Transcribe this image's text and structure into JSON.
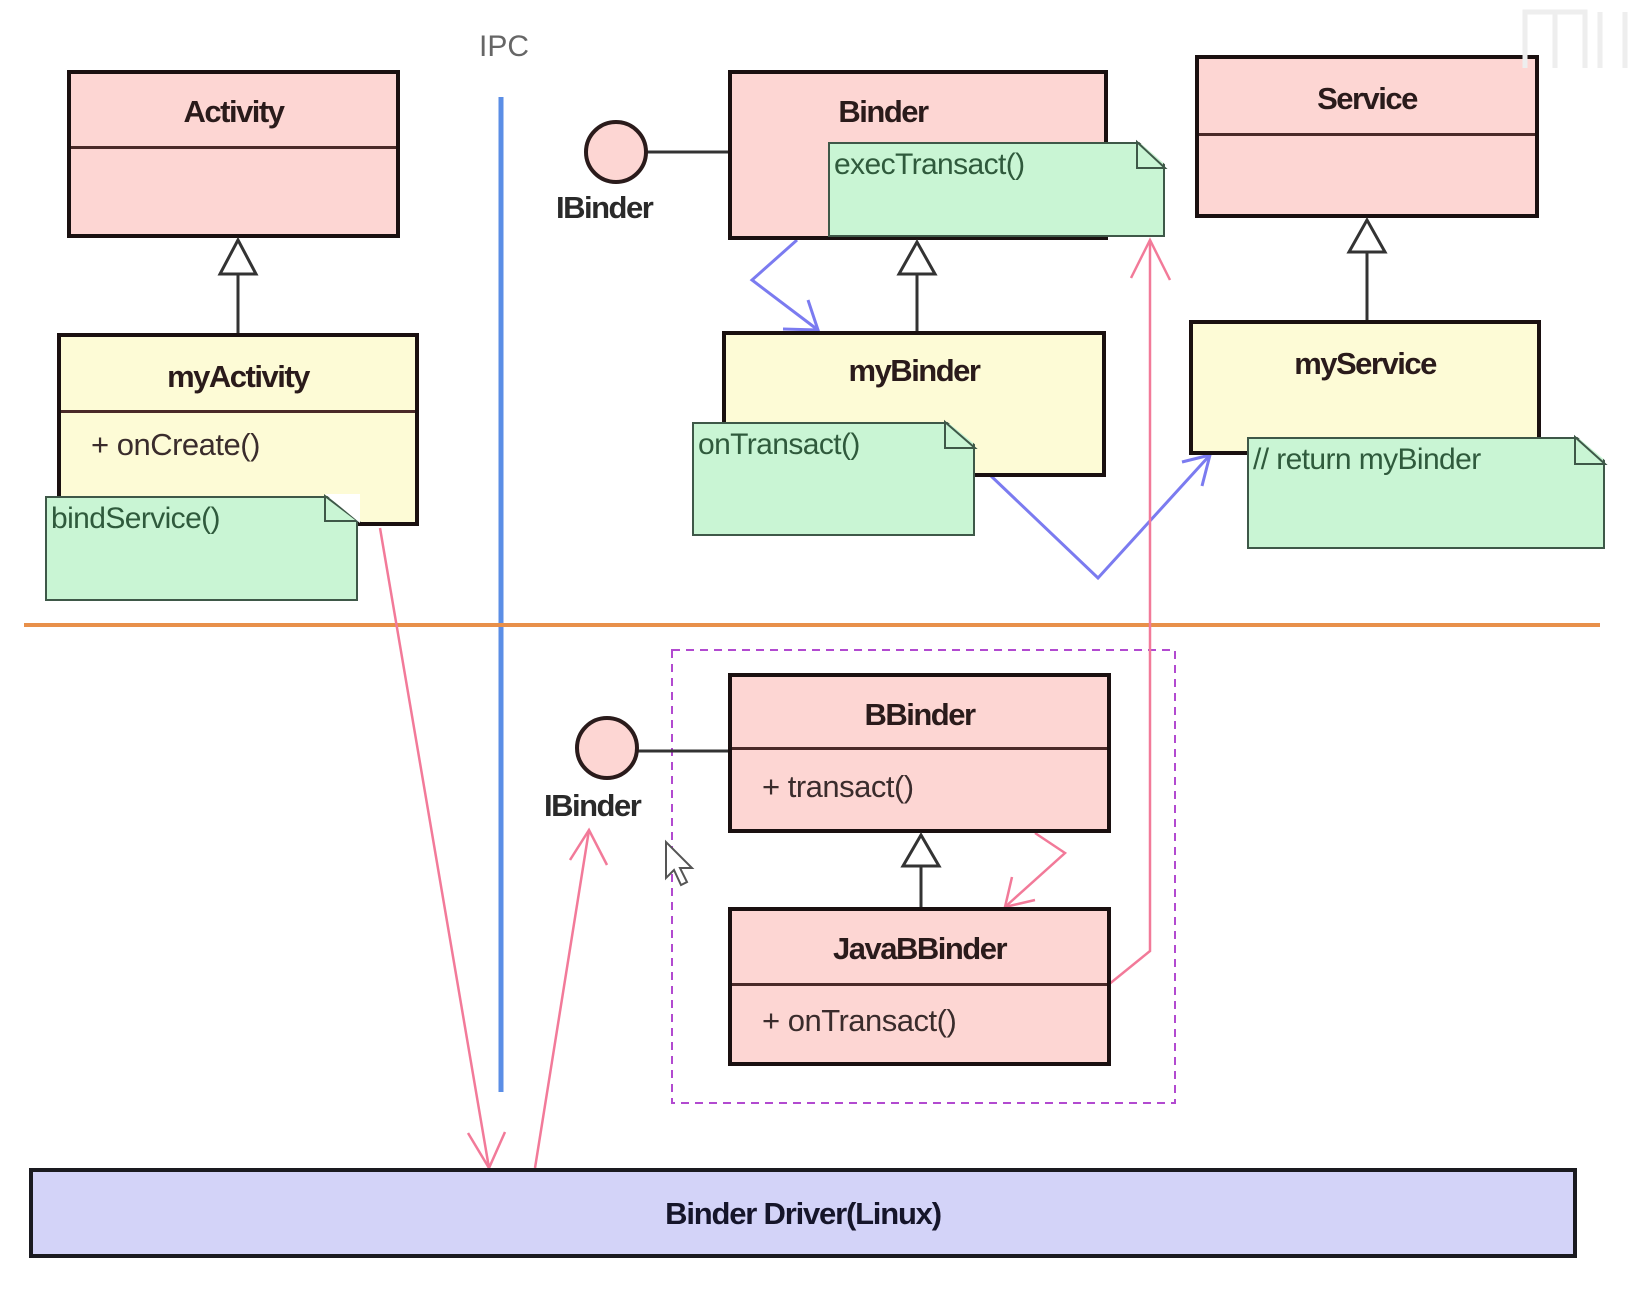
{
  "diagram": {
    "ipc_label": "IPC",
    "classes": {
      "activity": {
        "name": "Activity"
      },
      "my_activity": {
        "name": "myActivity",
        "members": [
          "+ onCreate()"
        ]
      },
      "binder": {
        "name": "Binder"
      },
      "my_binder": {
        "name": "myBinder"
      },
      "service": {
        "name": "Service"
      },
      "my_service": {
        "name": "myService"
      },
      "bbinder": {
        "name": "BBinder",
        "members": [
          "+ transact()"
        ]
      },
      "java_bbinder": {
        "name": "JavaBBinder",
        "members": [
          "+ onTransact()"
        ]
      }
    },
    "notes": {
      "bind_service": "bindService()",
      "exec_transact": "execTransact()",
      "on_transact": "onTransact()",
      "return_my_binder": "// return myBinder"
    },
    "interfaces": {
      "upper": "IBinder",
      "lower": "IBinder"
    },
    "driver": {
      "label": "Binder Driver(Linux)"
    },
    "colors": {
      "base_class_fill": "#fdd6d3",
      "subclass_fill": "#fdfbd6",
      "note_fill": "#c9f5d4",
      "driver_fill": "#d3d3f8",
      "ipc_line": "#5b8ee6",
      "layer_separator": "#e8904a",
      "call_flow_pink": "#f27a99",
      "call_flow_blue": "#7b7bf0",
      "package_border": "#b24ad0"
    }
  }
}
